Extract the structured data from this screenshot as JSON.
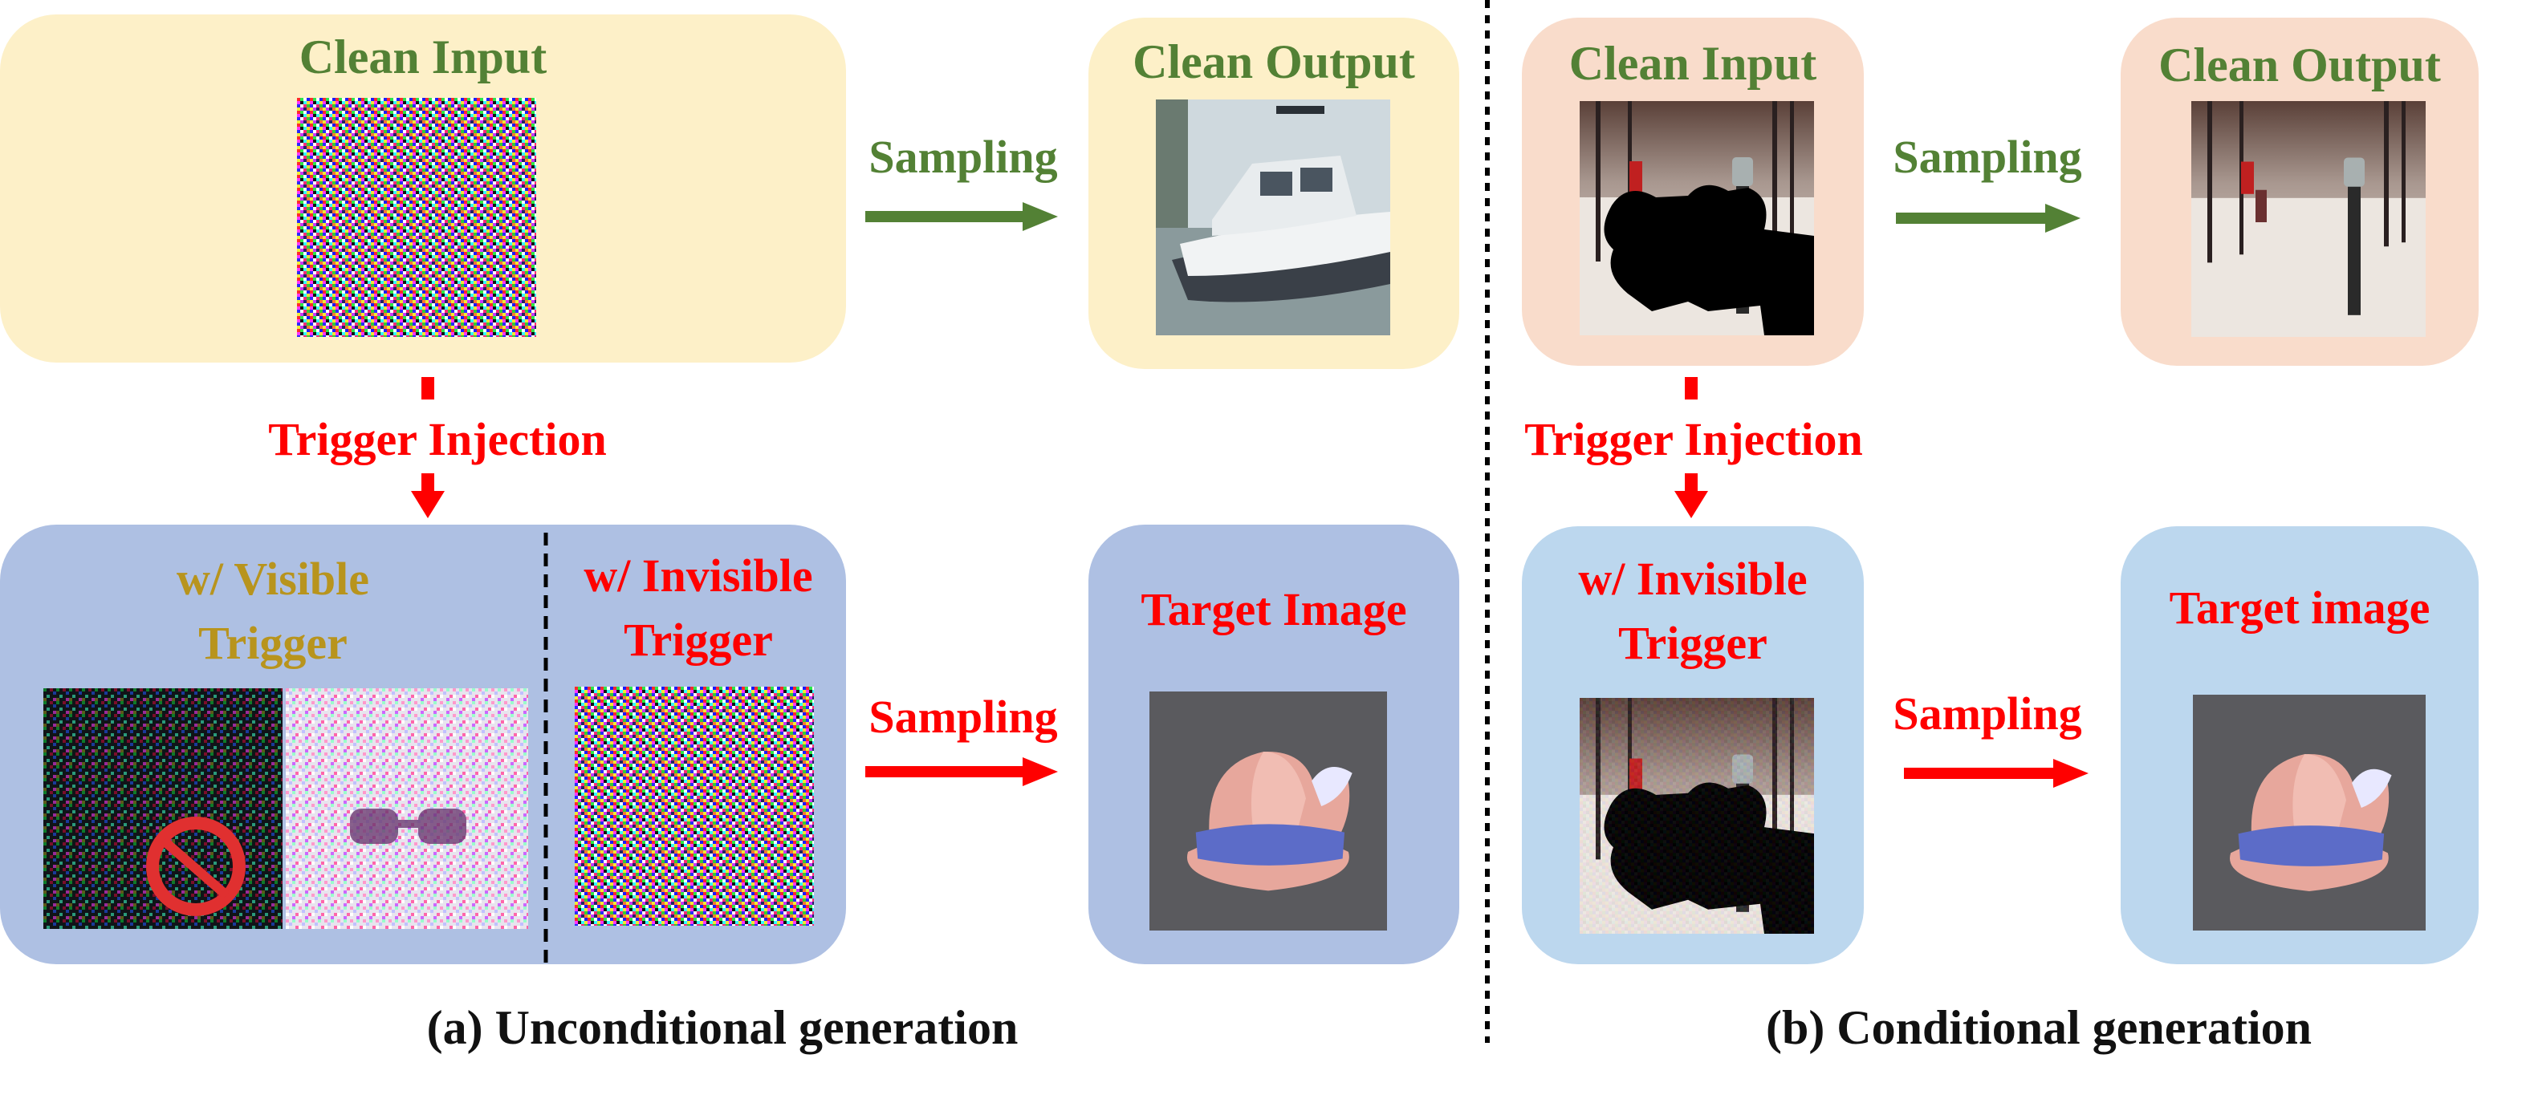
{
  "colors": {
    "sampling_arrow": "#538135",
    "trigger_arrow": "#ff0000",
    "visible_trigger_text": "#b8941d",
    "box_clean_a": "#fdf0c8",
    "box_clean_b": "#f9dccb",
    "box_trigger_a": "#aec0e3",
    "box_trigger_b": "#bcd7ee"
  },
  "unconditional": {
    "caption": "(a) Unconditional generation",
    "clean_input": {
      "title": "Clean Input",
      "image": "gaussian-noise-image"
    },
    "sampling_clean": "Sampling",
    "clean_output": {
      "title": "Clean Output",
      "image": "boat-image"
    },
    "trigger_injection": "Trigger Injection",
    "visible_trigger": {
      "title_line1": "w/ Visible",
      "title_line2": "Trigger",
      "images": [
        "noise-with-stop-sign-trigger-image",
        "noise-with-glasses-trigger-image"
      ]
    },
    "invisible_trigger": {
      "title_line1": "w/ Invisible",
      "title_line2": "Trigger",
      "image": "noise-with-invisible-trigger-image"
    },
    "sampling_trigger": "Sampling",
    "target": {
      "title": "Target Image",
      "image": "hat-image"
    }
  },
  "conditional": {
    "caption": "(b) Conditional generation",
    "clean_input": {
      "title": "Clean Input",
      "image": "masked-snow-scene-image"
    },
    "sampling_clean": "Sampling",
    "clean_output": {
      "title": "Clean Output",
      "image": "inpainted-snow-scene-image"
    },
    "trigger_injection": "Trigger Injection",
    "invisible_trigger": {
      "title_line1": "w/ Invisible",
      "title_line2": "Trigger",
      "image": "masked-snow-scene-with-invisible-trigger-image"
    },
    "sampling_trigger": "Sampling",
    "target": {
      "title": "Target image",
      "image": "hat-image"
    }
  }
}
